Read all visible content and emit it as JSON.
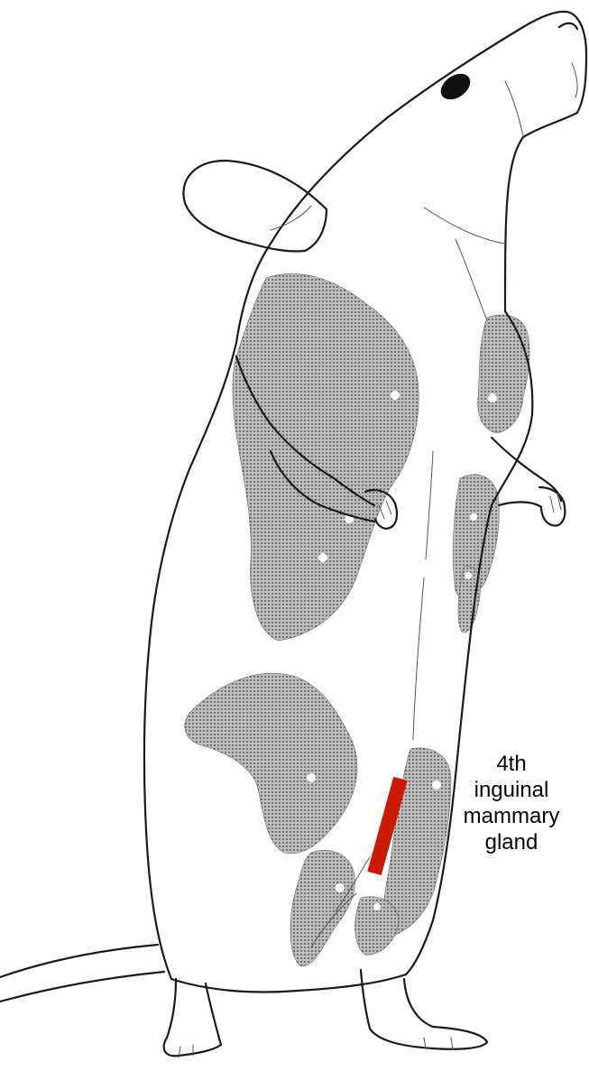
{
  "annotation": {
    "lines": [
      "4th",
      "inguinal",
      "mammary",
      "gland"
    ],
    "marker_color": "#cc1a00"
  },
  "illustration": {
    "subject": "mouse-icon",
    "patch_color": "#8c8c8c",
    "outline_color": "#1a1a1a"
  }
}
